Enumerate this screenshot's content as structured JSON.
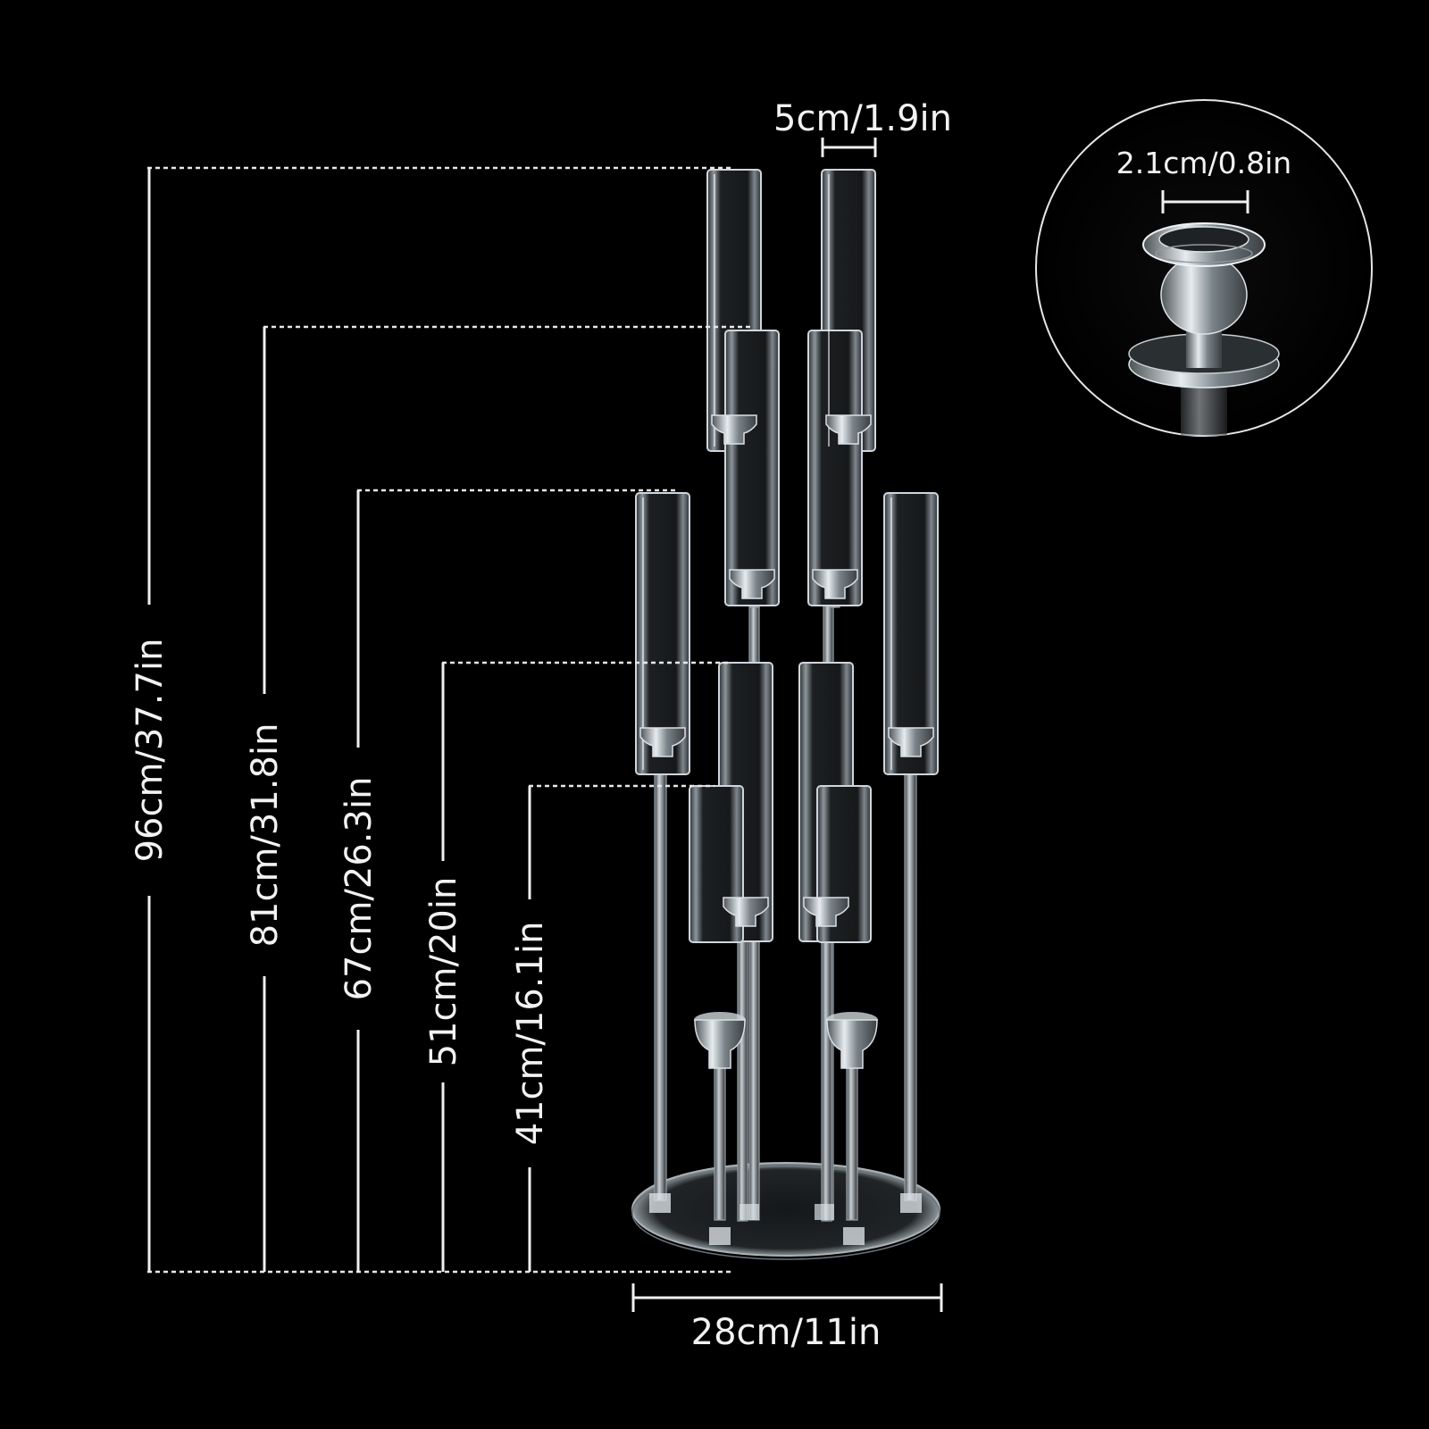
{
  "dimensions": {
    "tube_width": "5cm/1.9in",
    "cup_width": "2.1cm/0.8in",
    "base_width": "28cm/11in",
    "heights": [
      "96cm/37.7in",
      "81cm/31.8in",
      "67cm/26.3in",
      "51cm/20in",
      "41cm/16.1in"
    ]
  }
}
